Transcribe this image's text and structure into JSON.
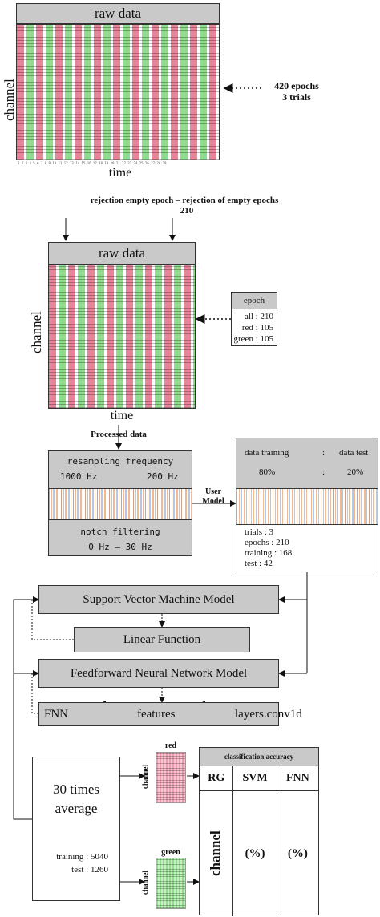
{
  "panel1": {
    "title": "raw data",
    "ylabel": "channel",
    "xlabel": "time",
    "note_line1": "420 epochs",
    "note_line2": "3 trials",
    "tick_text": "1  2  3  4  5  6  7  8  9  10  11  12  13  14  15  16  17  18  19  20  21  22  23  24  25  26  27  28  29"
  },
  "rejection": {
    "line1": "rejection empty epoch – rejection of empty epochs",
    "line2": "210"
  },
  "panel2": {
    "title": "raw data",
    "ylabel": "channel",
    "xlabel": "time"
  },
  "epoch_box": {
    "title": "epoch",
    "rows": [
      "all : 210",
      "red : 105",
      "green : 105"
    ]
  },
  "processed": {
    "label": "Processed data",
    "resampling_title": "resampling frequency",
    "resampling_from": "1000 Hz",
    "resampling_to": "200 Hz",
    "notch_title": "notch filtering",
    "notch_range": "0 Hz – 30 Hz"
  },
  "user_model": {
    "line1": "User",
    "line2": "Model"
  },
  "split_box": {
    "train_label": "data training",
    "sep": ":",
    "test_label": "data test",
    "train_pct": "80%",
    "test_pct": "20%",
    "stats": [
      "trials : 3",
      "epochs : 210",
      "training : 168",
      "test : 42"
    ]
  },
  "models": {
    "svm": "Support Vector Machine Model",
    "linear": "Linear Function",
    "fnn": "Feedforward Neural Network Model",
    "chain_fnn": "FNN",
    "chain_features": "features",
    "chain_layers": "layers.conv1d"
  },
  "average_box": {
    "line1": "30 times",
    "line2": "average",
    "training": "training : 5040",
    "test": "test : 1260"
  },
  "mini": {
    "red_label": "red",
    "green_label": "green",
    "channel_label": "channel"
  },
  "accuracy": {
    "title": "classification accuracy",
    "headers": [
      "RG",
      "SVM",
      "FNN"
    ],
    "row_label": "channel",
    "svm_value": "(%)",
    "fnn_value": "(%)"
  }
}
